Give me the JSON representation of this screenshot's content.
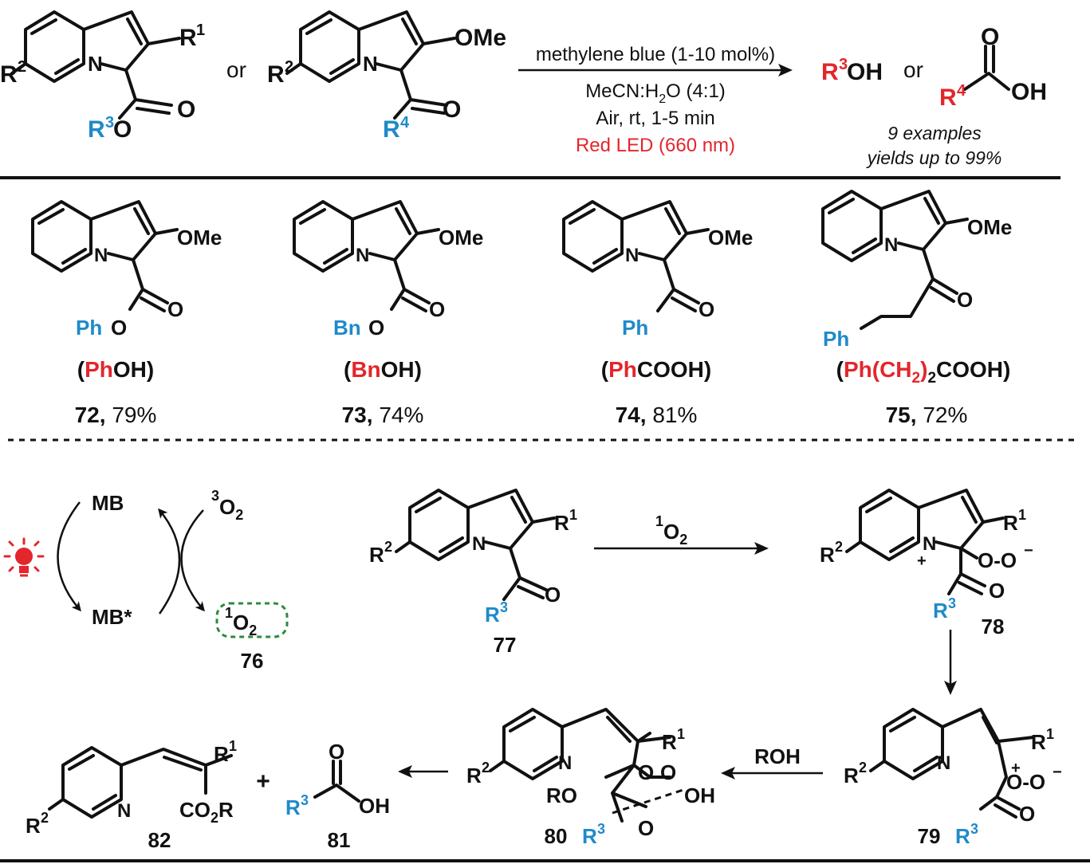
{
  "colors": {
    "black": "#111111",
    "blue": "#1f8ac9",
    "red": "#e3262c",
    "green": "#2c8b3c"
  },
  "top": {
    "or1": "or",
    "or2": "or",
    "s1": {
      "r1": "R",
      "r1sup": "1",
      "r2": "R",
      "r2sup": "2",
      "n": "N",
      "r3": "R",
      "r3sup": "3",
      "o_link": "O",
      "o_carbonyl": "O"
    },
    "s2": {
      "ome": "OMe",
      "r2": "R",
      "r2sup": "2",
      "n": "N",
      "r4": "R",
      "r4sup": "4",
      "o_carbonyl": "O"
    },
    "conditions": {
      "line1": "methylene blue (1-10 mol%)",
      "line2a": "MeCN:H",
      "line2sub": "2",
      "line2b": "O (4:1)",
      "line3": "Air, rt, 1-5 min",
      "line4": "Red LED (660 nm)"
    },
    "products": {
      "r3": "R",
      "r3sup": "3",
      "oh": "OH",
      "or": "or",
      "r4": "R",
      "r4sup": "4",
      "oh2": "OH",
      "o_top": "O"
    },
    "summary1": "9 examples",
    "summary2": "yields up to 99%"
  },
  "examples": [
    {
      "ome": "OMe",
      "n": "N",
      "sub": "Ph",
      "o_link": "O",
      "o_carbonyl": "O",
      "prod_open": "(",
      "prod_red": "Ph",
      "prod_rest": "OH)",
      "num": "72,",
      "yield": "79%"
    },
    {
      "ome": "OMe",
      "n": "N",
      "sub": "Bn",
      "o_link": "O",
      "o_carbonyl": "O",
      "prod_open": "(",
      "prod_red": "Bn",
      "prod_rest": "OH)",
      "num": "73,",
      "yield": "74%"
    },
    {
      "ome": "OMe",
      "n": "N",
      "sub": "Ph",
      "o_carbonyl": "O",
      "prod_open": "(",
      "prod_red": "Ph",
      "prod_rest": "COOH)",
      "num": "74,",
      "yield": "81%"
    },
    {
      "ome": "OMe",
      "n": "N",
      "sub": "Ph",
      "o_carbonyl": "O",
      "prod_open": "(",
      "prod_red_a": "Ph(CH",
      "prod_sub": "2",
      "prod_red_b": ")",
      "prod_sub2": "2",
      "prod_rest": "COOH)",
      "num": "75,",
      "yield": "72%"
    }
  ],
  "mechanism": {
    "cycle": {
      "mb": "MB",
      "mbstar": "MB*",
      "o2sup": "3",
      "o2": "O",
      "o2sub": "2",
      "so2sup": "1",
      "so2": "O",
      "so2sub": "2",
      "num76": "76"
    },
    "s77": {
      "r1": "R",
      "r1sup": "1",
      "r2": "R",
      "r2sup": "2",
      "n": "N",
      "r3": "R",
      "r3sup": "3",
      "o": "O",
      "num": "77"
    },
    "arrow_label": {
      "sup": "1",
      "o": "O",
      "sub": "2"
    },
    "s78": {
      "r1": "R",
      "r1sup": "1",
      "r2": "R",
      "r2sup": "2",
      "n": "N",
      "plus": "+",
      "oo": "O-O",
      "minus": "−",
      "r3": "R",
      "r3sup": "3",
      "o": "O",
      "num": "78"
    },
    "s79": {
      "r1": "R",
      "r1sup": "1",
      "r2": "R",
      "r2sup": "2",
      "n": "N",
      "oo": "O-O",
      "plus": "+",
      "minus": "−",
      "r3": "R",
      "r3sup": "3",
      "o": "O",
      "num": "79"
    },
    "roh": "ROH",
    "s80": {
      "r1": "R",
      "r1sup": "1",
      "r2": "R",
      "r2sup": "2",
      "n": "N",
      "ro": "RO",
      "o1": "O",
      "o2": "O",
      "oh": "OH",
      "r3": "R",
      "r3sup": "3",
      "o": "O",
      "num": "80"
    },
    "s81": {
      "r3": "R",
      "r3sup": "3",
      "o_top": "O",
      "oh": "OH",
      "num": "81",
      "plus": "+"
    },
    "s82": {
      "r1": "R",
      "r1sup": "1",
      "r2": "R",
      "r2sup": "2",
      "n": "N",
      "co2r_a": "CO",
      "co2r_sub": "2",
      "co2r_b": "R",
      "num": "82"
    }
  }
}
